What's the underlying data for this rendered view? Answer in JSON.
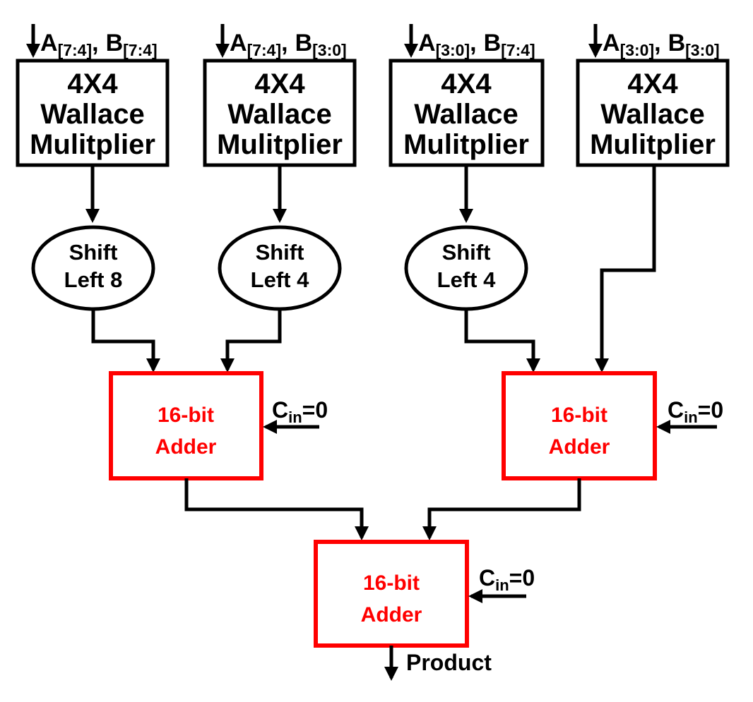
{
  "diagram": {
    "colors": {
      "wire_black": "#000000",
      "adder_red": "#ff0000"
    },
    "inputs": [
      {
        "a": "A",
        "a_sub": "[7:4]",
        "sep": ",",
        "b": "B",
        "b_sub": "[7:4]"
      },
      {
        "a": "A",
        "a_sub": "[7:4]",
        "sep": ",",
        "b": "B",
        "b_sub": "[3:0]"
      },
      {
        "a": "A",
        "a_sub": "[3:0]",
        "sep": ",",
        "b": "B",
        "b_sub": "[7:4]"
      },
      {
        "a": "A",
        "a_sub": "[3:0]",
        "sep": ",",
        "b": "B",
        "b_sub": "[3:0]"
      }
    ],
    "multiplier": {
      "line1": "4X4",
      "line2": "Wallace",
      "line3": "Mulitplier"
    },
    "shifts": [
      {
        "line1": "Shift",
        "line2": "Left 8"
      },
      {
        "line1": "Shift",
        "line2": "Left 4"
      },
      {
        "line1": "Shift",
        "line2": "Left 4"
      }
    ],
    "adder": {
      "line1": "16-bit",
      "line2": "Adder"
    },
    "carry_in": {
      "c": "C",
      "sub": "in",
      "eq": "=0"
    },
    "output_label": "Product"
  }
}
